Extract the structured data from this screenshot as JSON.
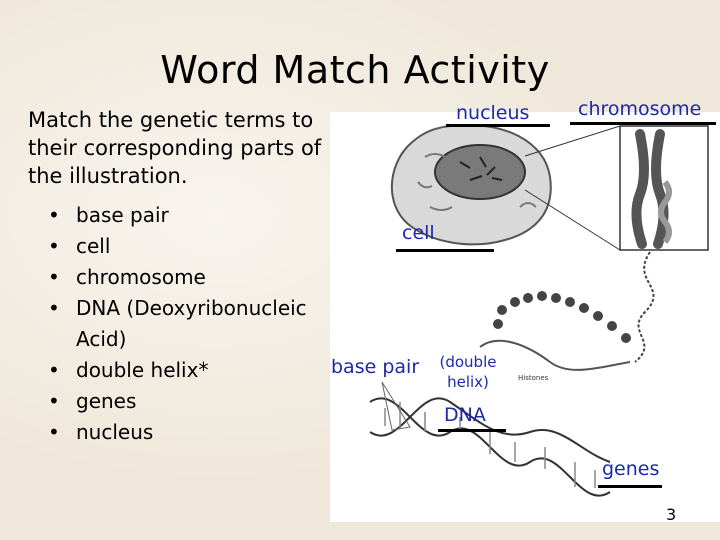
{
  "slide": {
    "title": "Word Match Activity",
    "instructions": "Match the genetic terms to their corresponding parts of the illustration.",
    "terms": [
      "base pair",
      "cell",
      "chromosome",
      "DNA (Deoxyribonucleic Acid)",
      "double helix*",
      "genes",
      "nucleus"
    ],
    "page_number": "3"
  },
  "illustration": {
    "labels": {
      "nucleus": "nucleus",
      "chromosome": "chromosome",
      "cell": "cell",
      "base_pair": "base pair",
      "double_helix": "(double helix)",
      "dna": "DNA",
      "genes": "genes"
    },
    "tiny_caption": "Histones"
  },
  "colors": {
    "label_text": "#1a2aa8",
    "background": "#efe7d9"
  }
}
